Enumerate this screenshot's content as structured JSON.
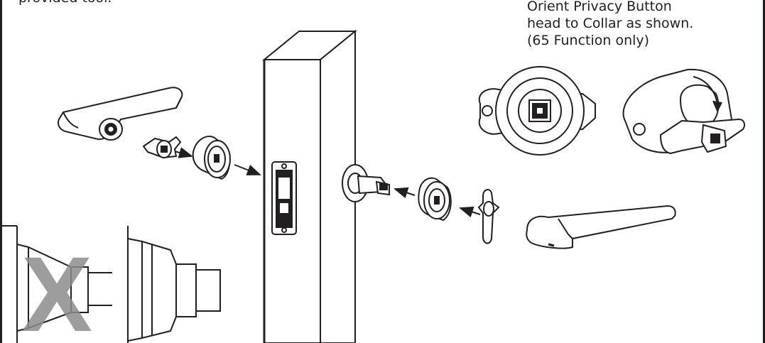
{
  "text": {
    "top_left_fragment": "provided tool.",
    "caption_lines": [
      "Orient Privacy Button",
      "head to Collar as shown.",
      "(65 Function only)"
    ],
    "strike_mark": "X"
  },
  "colors": {
    "ink": "#231f20",
    "shade": "#8a8a8a",
    "strike": "#9a9a9a"
  }
}
